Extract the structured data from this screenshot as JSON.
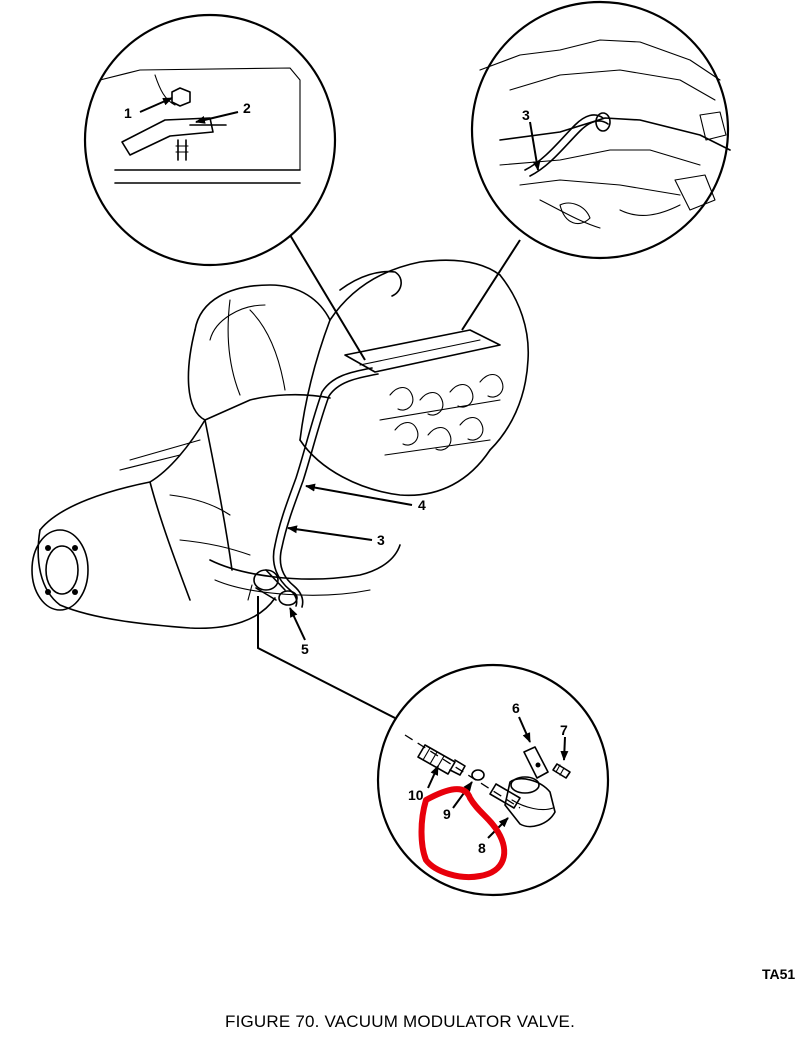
{
  "figure": {
    "caption": "FIGURE 70. VACUUM MODULATOR VALVE.",
    "ta_code": "TA51"
  },
  "callouts": {
    "c1": "1",
    "c2": "2",
    "c3_top": "3",
    "c4": "4",
    "c3_main": "3",
    "c5": "5",
    "c6": "6",
    "c7": "7",
    "c8": "8",
    "c9": "9",
    "c10": "10"
  },
  "highlight": {
    "color": "#e8000b"
  }
}
